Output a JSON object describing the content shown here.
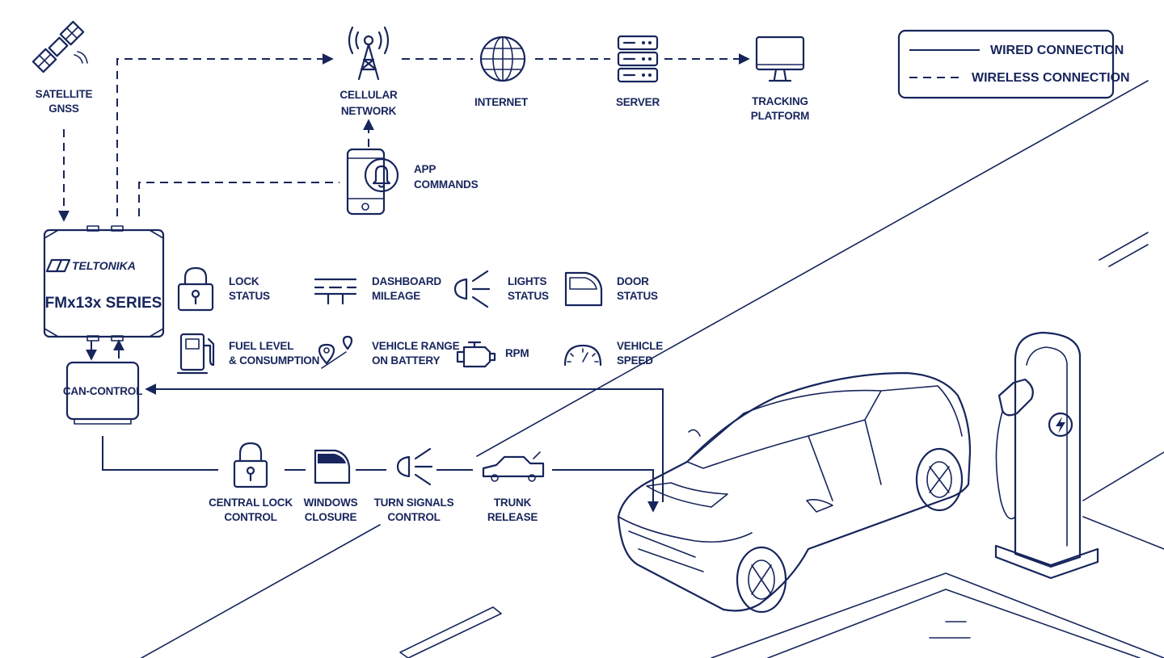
{
  "legend": {
    "wired": "WIRED CONNECTION",
    "wireless": "WIRELESS CONNECTION"
  },
  "nodes": {
    "satellite": [
      "SATELLITE",
      "GNSS"
    ],
    "cellular": [
      "CELLULAR",
      "NETWORK"
    ],
    "internet": [
      "INTERNET"
    ],
    "server": [
      "SERVER"
    ],
    "tracking": [
      "TRACKING",
      "PLATFORM"
    ],
    "app": [
      "APP",
      "COMMANDS"
    ],
    "device_brand": "TELTONIKA",
    "device_series": "FMx13x SERIES",
    "can_control": "CAN-CONTROL"
  },
  "features": [
    {
      "id": "lock-status",
      "lines": [
        "LOCK",
        "STATUS"
      ]
    },
    {
      "id": "dashboard-mileage",
      "lines": [
        "DASHBOARD",
        "MILEAGE"
      ]
    },
    {
      "id": "lights-status",
      "lines": [
        "LIGHTS",
        "STATUS"
      ]
    },
    {
      "id": "door-status",
      "lines": [
        "DOOR",
        "STATUS"
      ]
    },
    {
      "id": "fuel-level",
      "lines": [
        "FUEL LEVEL",
        "& CONSUMPTION"
      ]
    },
    {
      "id": "vehicle-range",
      "lines": [
        "VEHICLE RANGE",
        "ON BATTERY"
      ]
    },
    {
      "id": "rpm",
      "lines": [
        "RPM"
      ]
    },
    {
      "id": "vehicle-speed",
      "lines": [
        "VEHICLE",
        "SPEED"
      ]
    }
  ],
  "controls": [
    {
      "id": "central-lock",
      "lines": [
        "CENTRAL LOCK",
        "CONTROL"
      ]
    },
    {
      "id": "windows-closure",
      "lines": [
        "WINDOWS",
        "CLOSURE"
      ]
    },
    {
      "id": "turn-signals",
      "lines": [
        "TURN SIGNALS",
        "CONTROL"
      ]
    },
    {
      "id": "trunk-release",
      "lines": [
        "TRUNK",
        "RELEASE"
      ]
    }
  ],
  "colors": {
    "primary": "#17255c",
    "background": "#ffffff"
  }
}
